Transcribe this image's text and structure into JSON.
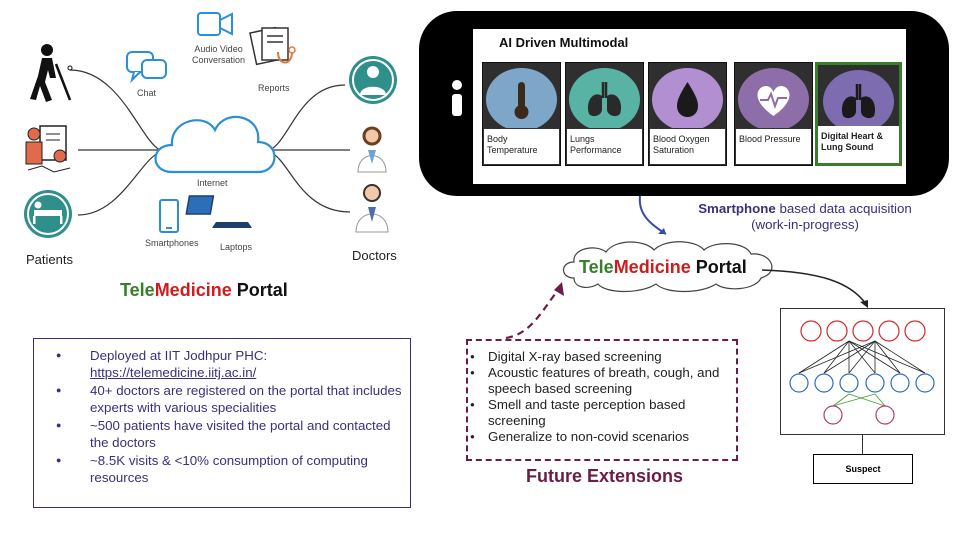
{
  "left_diagram": {
    "patients_label": "Patients",
    "doctors_label": "Doctors",
    "chat_label": "Chat",
    "audio_video_label": "Audio Video\nConversation",
    "reports_label": "Reports",
    "internet_label": "Internet",
    "smartphones_label": "Smartphones",
    "laptops_label": "Laptops"
  },
  "portal_title_left": {
    "part1": "Tele",
    "part2": "Medicine",
    "part3": " Portal"
  },
  "info_box": {
    "items": [
      "Deployed at IIT Jodhpur PHC:",
      "40+ doctors are registered on the portal that includes experts with various specialities",
      "~500 patients have visited the portal and contacted the doctors",
      "~8.5K visits & <10% consumption of computing resources"
    ],
    "link": "https://telemedicine.iitj.ac.in/"
  },
  "phone": {
    "title": "AI Driven Multimodal",
    "tiles": [
      {
        "caption": "Body Temperature",
        "color": "#7ea6c9",
        "icon": "thermometer-icon"
      },
      {
        "caption": "Lungs Performance",
        "color": "#59b3a5",
        "icon": "lungs-icon"
      },
      {
        "caption": "Blood Oxygen Saturation",
        "color": "#b28fd1",
        "icon": "blood-drop-icon"
      },
      {
        "caption": "Blood Pressure",
        "color": "#8e6ea8",
        "icon": "heartbeat-icon"
      },
      {
        "caption": "Digital Heart & Lung Sound",
        "color": "#7e6cb0",
        "icon": "lungs-icon"
      }
    ]
  },
  "acquisition": {
    "bold": "Smartphone",
    "rest": " based data acquisition",
    "note": "(work-in-progress)"
  },
  "portal_title_right": {
    "part1": "Tele",
    "part2": "Medicine",
    "part3": " Portal"
  },
  "extensions": {
    "items": [
      "Digital X-ray based screening",
      "Acoustic features of breath, cough, and speech  based screening",
      "Smell and taste perception based screening",
      "Generalize to non-covid scenarios"
    ],
    "title": "Future Extensions"
  },
  "output_label": "Suspect",
  "colors": {
    "tele": "#3a7d2c",
    "medicine": "#d01c1c",
    "accent_purple": "#3d2e7c",
    "extension": "#6b1d47"
  }
}
